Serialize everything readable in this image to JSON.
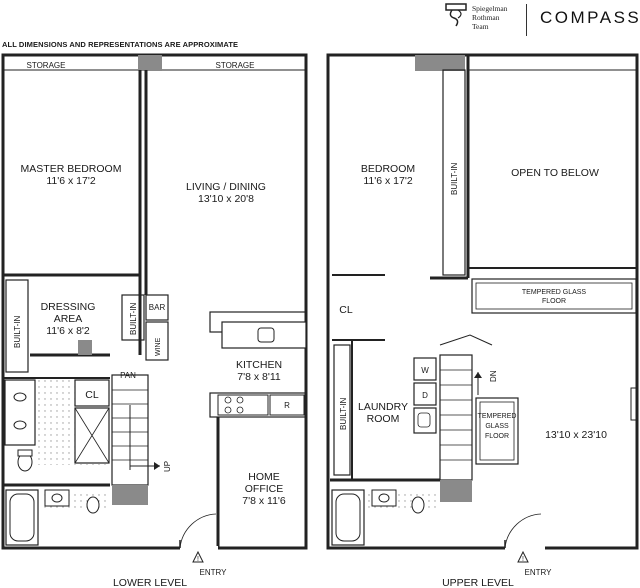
{
  "header": {
    "disclaimer": "ALL DIMENSIONS AND REPRESENTATIONS ARE APPROXIMATE",
    "team_lines": [
      "Spiegelman",
      "Rothman",
      "Team"
    ],
    "brokerage": "COMPASS"
  },
  "lower_level": {
    "title": "LOWER LEVEL",
    "entry": "ENTRY",
    "storage_left": "STORAGE",
    "storage_right": "STORAGE",
    "master_bedroom": {
      "name": "MASTER BEDROOM",
      "dims": "11'6 x 17'2"
    },
    "living_dining": {
      "name": "LIVING / DINING",
      "dims": "13'10 x 20'8"
    },
    "dressing_area": {
      "name_line1": "DRESSING",
      "name_line2": "AREA",
      "dims": "11'6 x 8'2"
    },
    "built_in_left": "BUILT-IN",
    "built_in_right": "BUILT-IN",
    "bar": "BAR",
    "wine": "WINE",
    "closet": "CL",
    "pantry": "PAN",
    "stair_up": "UP",
    "kitchen": {
      "name": "KITCHEN",
      "dims": "7'8 x 8'11"
    },
    "refrigerator": "R",
    "home_office": {
      "name_line1": "HOME",
      "name_line2": "OFFICE",
      "dims": "7'8 x 11'6"
    }
  },
  "upper_level": {
    "title": "UPPER LEVEL",
    "entry": "ENTRY",
    "bedroom": {
      "name": "BEDROOM",
      "dims": "11'6 x 17'2"
    },
    "built_in_top": "BUILT-IN",
    "built_in_bottom": "BUILT-IN",
    "open_to_below": "OPEN TO BELOW",
    "glass_floor_top": {
      "line1": "TEMPERED GLASS",
      "line2": "FLOOR"
    },
    "glass_floor_side": {
      "line1": "TEMPERED",
      "line2": "GLASS",
      "line3": "FLOOR"
    },
    "closet": "CL",
    "laundry": {
      "line1": "LAUNDRY",
      "line2": "ROOM"
    },
    "washer": "W",
    "dryer": "D",
    "stair_dn": "DN",
    "loft_dims": "13'10 x 23'10"
  }
}
